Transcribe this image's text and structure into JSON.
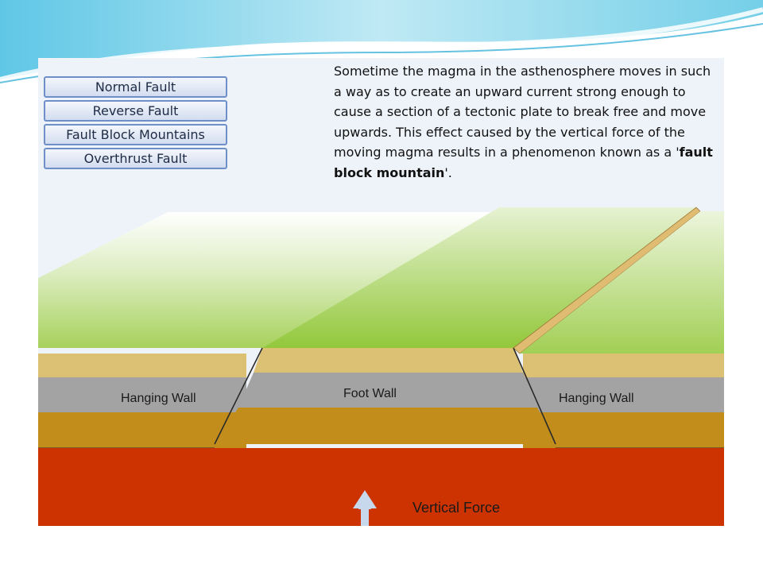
{
  "menu": {
    "items": [
      "Normal Fault",
      "Reverse Fault",
      "Fault Block Mountains",
      "Overthrust Fault"
    ]
  },
  "caption": {
    "text_before": "Sometime the magma in the asthenosphere moves in such a way as to create an upward current strong enough to cause a section of a tectonic plate to break free and move upwards. This effect caused by the vertical force of the moving magma results in a phenomenon known as a '",
    "bold_term": "fault block mountain",
    "text_after": "'."
  },
  "labels": {
    "hanging_wall_left": "Hanging Wall",
    "foot_wall": "Foot Wall",
    "hanging_wall_right": "Hanging Wall",
    "vertical_force": "Vertical Force"
  },
  "colors": {
    "sky": "#eef3fa",
    "grass_light": "#e4f0cc",
    "grass_dark": "#94c93f",
    "top_layer": "#dcc074",
    "grey_layer": "#a3a3a3",
    "ochre_layer": "#c28d1b",
    "magma": "#cc3300",
    "arrow": "#c8d8ec",
    "button_border": "#6e8fc8"
  }
}
